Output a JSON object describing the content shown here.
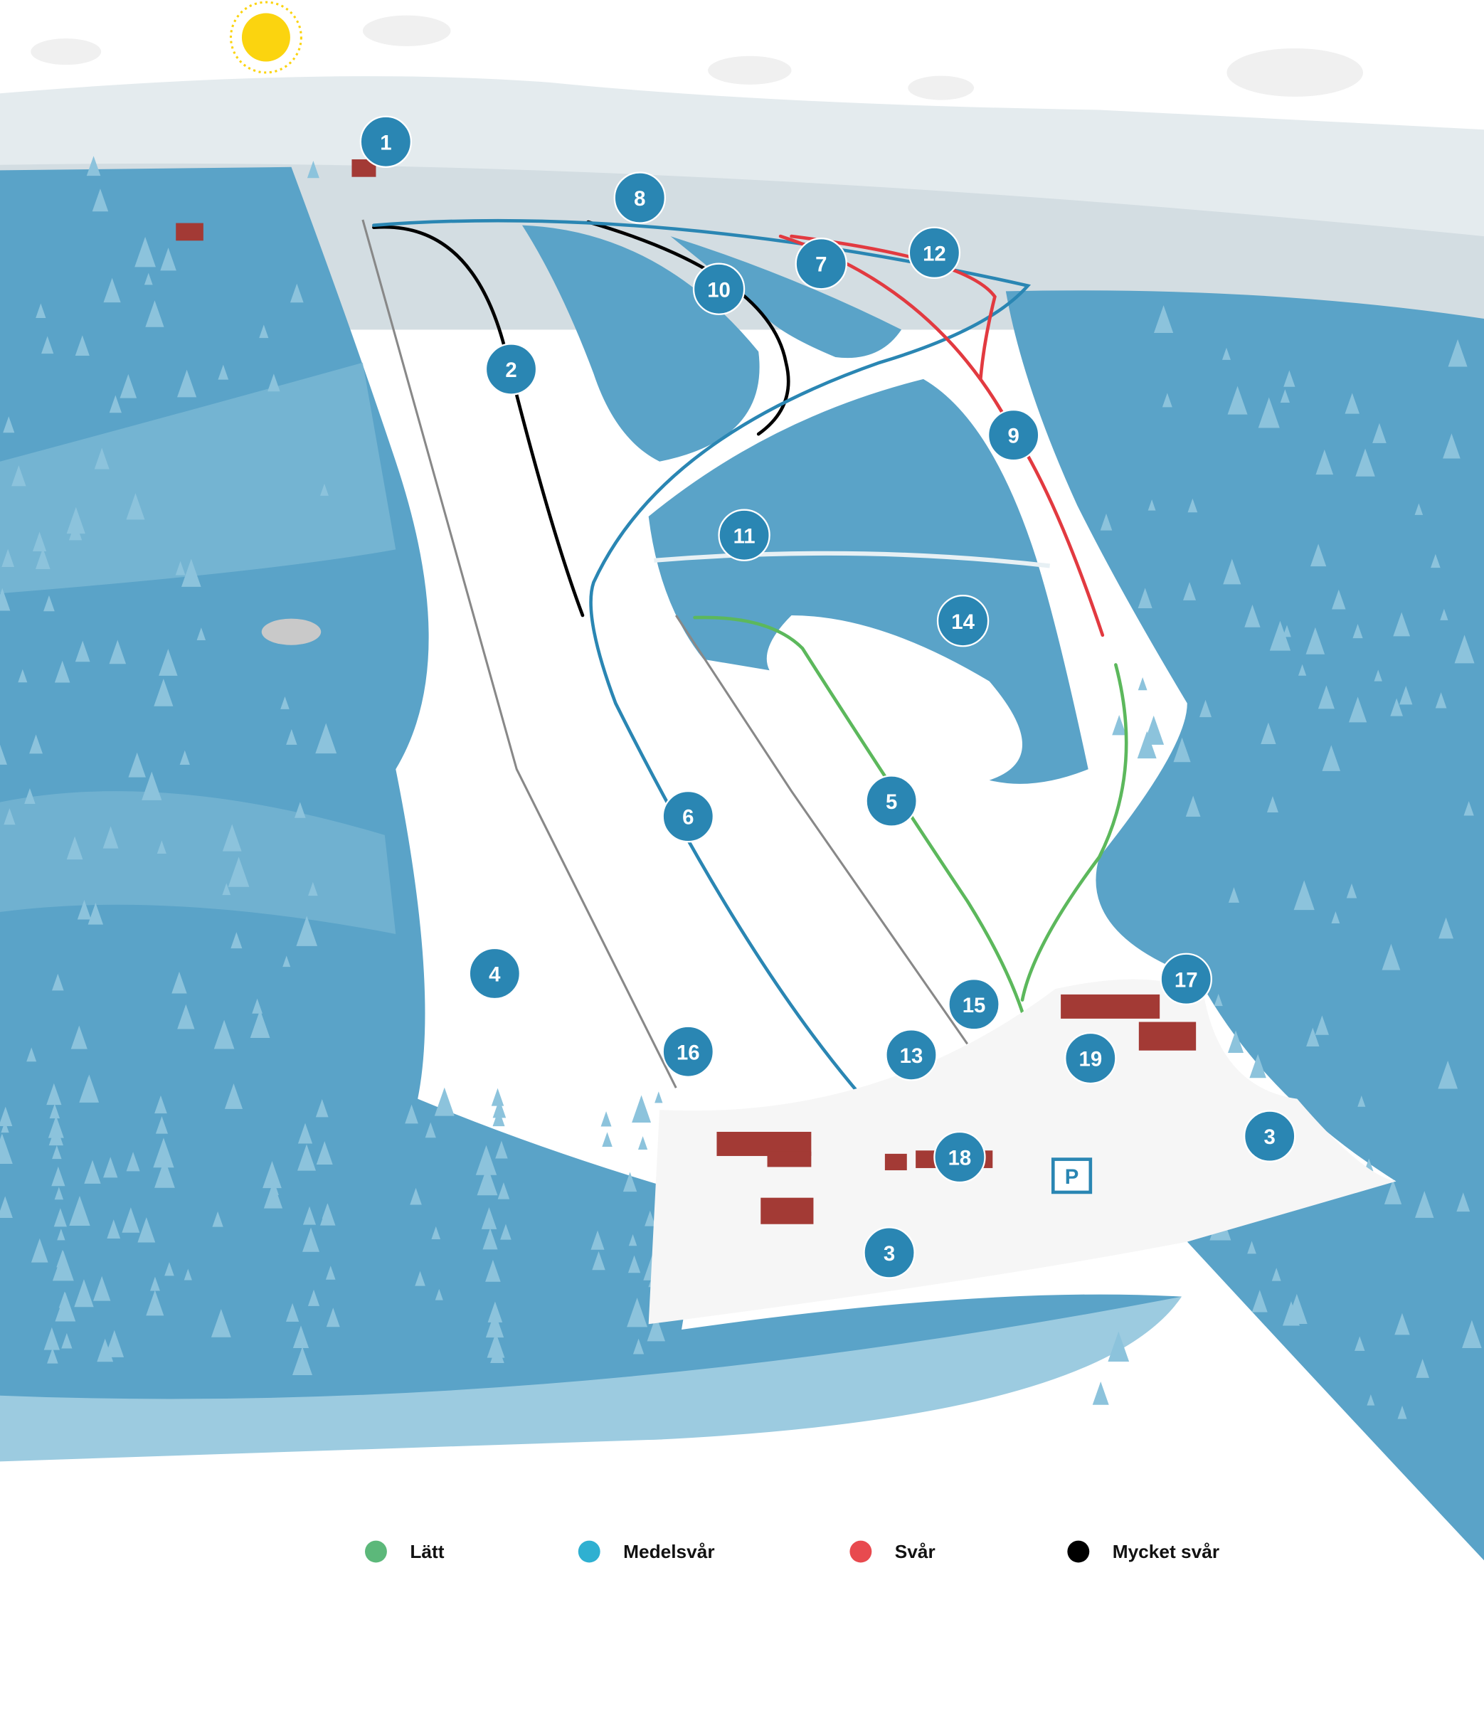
{
  "map": {
    "markers": [
      {
        "label": "1"
      },
      {
        "label": "8"
      },
      {
        "label": "7"
      },
      {
        "label": "12"
      },
      {
        "label": "10"
      },
      {
        "label": "2"
      },
      {
        "label": "9"
      },
      {
        "label": "11"
      },
      {
        "label": "14"
      },
      {
        "label": "5"
      },
      {
        "label": "6"
      },
      {
        "label": "4"
      },
      {
        "label": "17"
      },
      {
        "label": "15"
      },
      {
        "label": "16"
      },
      {
        "label": "13"
      },
      {
        "label": "19"
      },
      {
        "label": "3"
      },
      {
        "label": "18"
      },
      {
        "label": "3"
      }
    ],
    "parking_label": "P"
  },
  "legend": [
    {
      "label": "Lätt",
      "color": "#5cb87a"
    },
    {
      "label": "Medelsvår",
      "color": "#2fb0d1"
    },
    {
      "label": "Svår",
      "color": "#e84a4f"
    },
    {
      "label": "Mycket svår",
      "color": "#000000"
    }
  ],
  "colors": {
    "forest": "#5aa3c8",
    "forest_light": "#7fbad6",
    "mountain": "#d7e0e5",
    "snow": "#ffffff",
    "marker": "#2a86b3",
    "trail_blue": "#2a86b3",
    "trail_red": "#e23a40",
    "trail_green": "#5cb85c",
    "trail_black": "#000000"
  }
}
